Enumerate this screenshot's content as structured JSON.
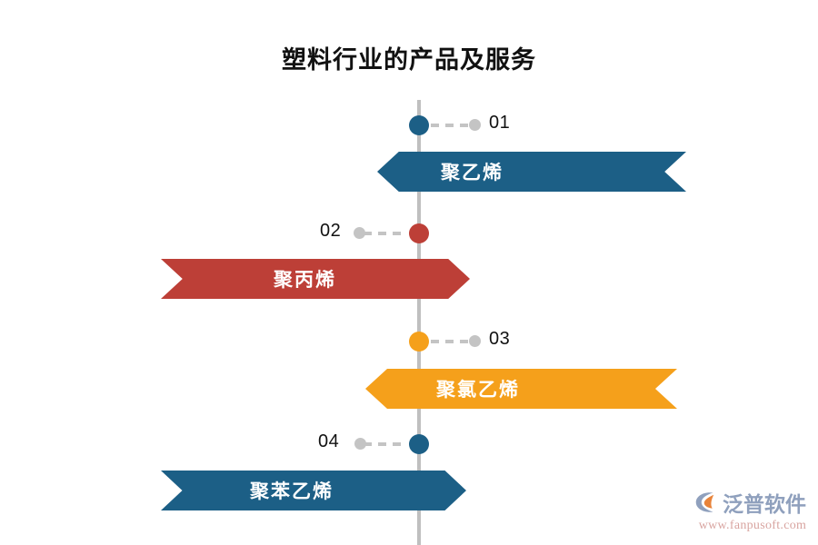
{
  "page": {
    "title": "塑料行业的产品及服务",
    "background_color": "#ffffff",
    "spine_color": "#bfbfbf"
  },
  "items": [
    {
      "number": "01",
      "label": "聚乙烯",
      "color": "#1c5f86",
      "side": "right",
      "banner_shape": "left-point right-notch",
      "dot_color": "#1c5f86",
      "connector_dot_color": "#c4c4c4"
    },
    {
      "number": "02",
      "label": "聚丙烯",
      "color": "#bd3f37",
      "side": "left",
      "banner_shape": "left-notch right-point",
      "dot_color": "#bd3f37",
      "connector_dot_color": "#c4c4c4"
    },
    {
      "number": "03",
      "label": "聚氯乙烯",
      "color": "#f5a01b",
      "side": "right",
      "banner_shape": "left-point right-notch",
      "dot_color": "#f5a01b",
      "connector_dot_color": "#c4c4c4"
    },
    {
      "number": "04",
      "label": "聚苯乙烯",
      "color": "#1c5f86",
      "side": "left",
      "banner_shape": "left-notch right-point",
      "dot_color": "#1c5f86",
      "connector_dot_color": "#c4c4c4"
    }
  ],
  "watermark": {
    "brand": "泛普软件",
    "url": "www.fanpusoft.com",
    "brand_color": "#8fa0bd",
    "url_color": "#d8a4a0",
    "mark_ring_color": "#8fa0bd",
    "mark_leaf_color": "#e8833a"
  }
}
